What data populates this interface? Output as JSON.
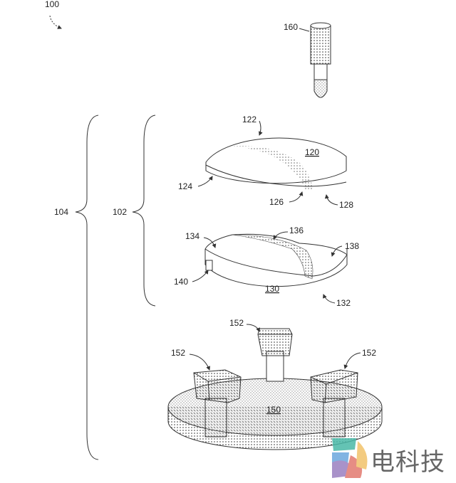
{
  "figure": {
    "labels": {
      "l100": "100",
      "l160": "160",
      "l122": "122",
      "l120": "120",
      "l124": "124",
      "l126": "126",
      "l128": "128",
      "l104": "104",
      "l102": "102",
      "l134": "134",
      "l136": "136",
      "l138": "138",
      "l140": "140",
      "l130": "130",
      "l132": "132",
      "l152a": "152",
      "l152b": "152",
      "l152c": "152",
      "l150": "150"
    }
  },
  "watermark": {
    "text": "电科技",
    "colors": [
      "#4ab9a8",
      "#e27a6f",
      "#9b7fc0",
      "#f2c36b",
      "#6aa8de"
    ]
  }
}
